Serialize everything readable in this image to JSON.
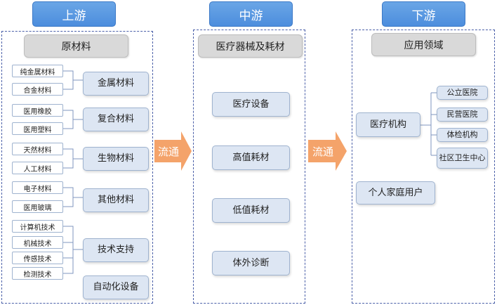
{
  "stages": {
    "upstream": "上游",
    "midstream": "中游",
    "downstream": "下游"
  },
  "flow_label": "流通",
  "upstream": {
    "header": "原材料",
    "groups": [
      {
        "label": "金属材料",
        "items": [
          "纯金属材料",
          "合金材料"
        ]
      },
      {
        "label": "复合材料",
        "items": [
          "医用橡胶",
          "医用塑料"
        ]
      },
      {
        "label": "生物材料",
        "items": [
          "天然材料",
          "人工材料"
        ]
      },
      {
        "label": "其他材料",
        "items": [
          "电子材料",
          "医用玻璃"
        ]
      },
      {
        "label": "技术支持",
        "items": [
          "计算机技术",
          "机械技术",
          "传感技术",
          "检测技术"
        ]
      }
    ],
    "extra": "自动化设备"
  },
  "midstream": {
    "header": "医疗器械及耗材",
    "items": [
      "医疗设备",
      "高值耗材",
      "低值耗材",
      "体外诊断"
    ]
  },
  "downstream": {
    "header": "应用领域",
    "institution": "医疗机构",
    "institution_items": [
      "公立医院",
      "民营医院",
      "体检机构",
      "社区卫生中心"
    ],
    "household": "个人家庭用户"
  },
  "colors": {
    "stage_blue": "#4c8ddd",
    "arrow_orange": "#f4a36a",
    "box_blue": "#dde6f3",
    "panel_border": "#4a5fa8"
  }
}
